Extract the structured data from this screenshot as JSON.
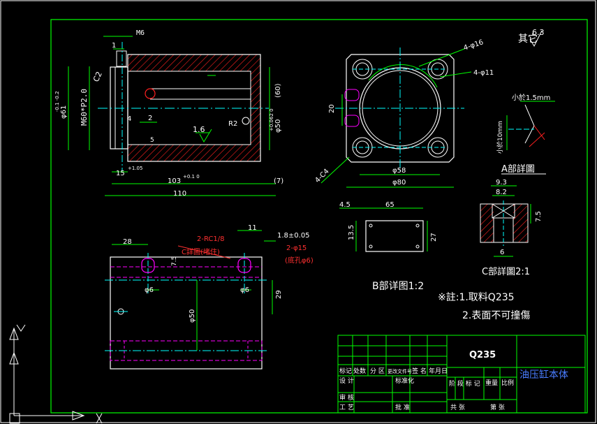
{
  "colors": {
    "background": "#000000",
    "frame": "#ffffff",
    "border": "#00ff00",
    "dimension": "#00ff00",
    "centerline": "#00ffff",
    "hatch": "#ff2020",
    "outline": "#ffffff",
    "text_white": "#ffffff",
    "text_red": "#ff3030",
    "hidden": "#ff00ff",
    "title_blue": "#4a7dff"
  },
  "surface": {
    "symbol_label": "其它",
    "roughness": "6.3",
    "roughness_side": "1.6"
  },
  "front_view": {
    "thread_width": "M6",
    "dim_1": "1",
    "dim_c2": "C2",
    "dim_phi61": "φ61",
    "tol_phi61": "-0.1  -0.2",
    "dim_thread": "M60*P2.0",
    "dim_4": "4",
    "dim_2": "2",
    "dim_5": "5",
    "dim_r2": "R2",
    "dim_phi50": "φ50",
    "tol_phi50": "+0.062  0",
    "dim_60": "(60)",
    "dim_15": "15",
    "tol_15": "+1.05",
    "dim_103": "103",
    "tol_103": "+0.1  0",
    "dim_7": "(7)",
    "dim_110": "110"
  },
  "side_view": {
    "dim_4phi16": "4-φ16",
    "dim_4phi11": "4-φ11",
    "dim_20": "20",
    "dim_4c4": "4-C4",
    "dim_phi58": "φ58",
    "dim_phi80": "φ80"
  },
  "detail_a": {
    "dim_small_1": "小於1.5mm",
    "dim_small_2": "小於10mm",
    "title": "A部詳圖"
  },
  "detail_c": {
    "dim_93": "9.3",
    "dim_82": "8.2",
    "dim_75": "7.5",
    "dim_6": "6",
    "title": "C部詳圖2:1"
  },
  "detail_b": {
    "dim_45": "4.5",
    "dim_65": "65",
    "dim_135": "13.5",
    "dim_27": "27",
    "title": "B部详图1:2"
  },
  "bottom_view": {
    "dim_28": "28",
    "dim_11": "11",
    "dim_rc": "2-RC1/8",
    "dim_18": "1.8±0.05",
    "detail_ref": "C詳圖(堵住)",
    "dim_2phi15": "2-φ15",
    "dim_bottom_hole": "(底孔φ6)",
    "dim_75": "7.5",
    "dim_6a": "φ6",
    "dim_6b": "φ6",
    "dim_29": "29",
    "dim_phi50": "φ50"
  },
  "notes": {
    "line1": "※註:1.取料Q235",
    "line2": "2.表面不可撞傷"
  },
  "title_block": {
    "material": "Q235",
    "part_name": "油压缸本体",
    "row1": [
      "标记",
      "处数",
      "分 区",
      "更改文件号",
      "签 名",
      "年月日"
    ],
    "design": "设 计",
    "standardize": "标准化",
    "stage_headers": [
      "阶 段 标 记",
      "重量",
      "比例"
    ],
    "review": "审 核",
    "process": "工 艺",
    "approve": "批 准",
    "sheets": "共   张",
    "sheet_no": "第   张"
  }
}
